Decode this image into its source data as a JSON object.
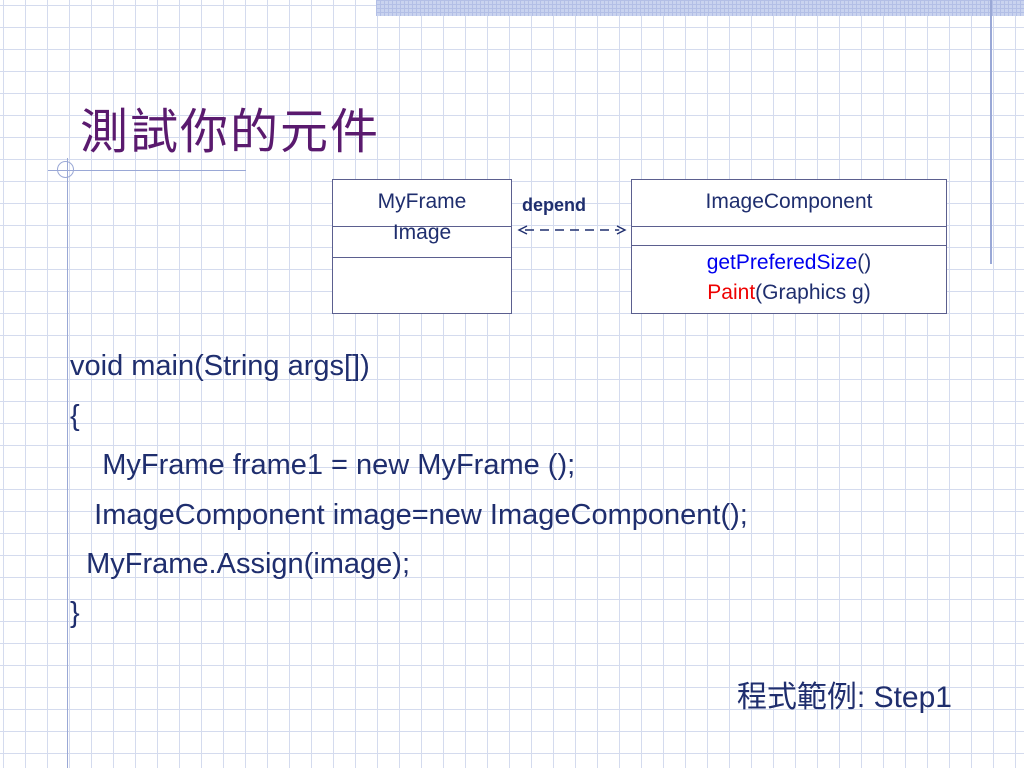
{
  "slide": {
    "title": "測試你的元件"
  },
  "diagram": {
    "my_frame": {
      "line1": "MyFrame",
      "line2": "Image"
    },
    "image_component": {
      "name": "ImageComponent",
      "op1_name": "getPreferedSize",
      "op1_args": "()",
      "op2_name": "Paint",
      "op2_args": "(Graphics g)"
    },
    "relation_label": "depend"
  },
  "code": {
    "lines": [
      "void main(String args[])",
      "{",
      "    MyFrame frame1 = new MyFrame ();",
      "   ImageComponent image=new ImageComponent();",
      "  MyFrame.Assign(image);",
      "}"
    ]
  },
  "footer": {
    "label_cjk": "程式範例",
    "label_rest": ": Step1"
  },
  "colors": {
    "title": "#5a1a6e",
    "text": "#1f2e6e",
    "method_blue": "#0000ee",
    "method_red": "#ee0000",
    "grid": "#d4dbee"
  }
}
